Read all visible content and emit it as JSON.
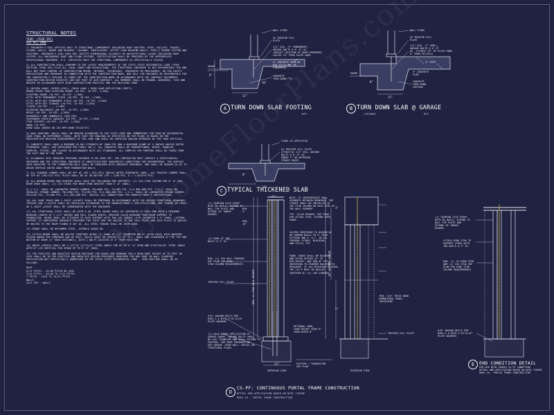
{
  "watermark": "MyHomeFloorPlans.com",
  "notes": {
    "title": "STRUCTURAL NOTES",
    "year_line": "YEAR: (YEAR IRC)",
    "see_line": "SEE ALL ZONE",
    "paragraphs": [
      "1) ENGINEER'S SEAL APPLIES ONLY TO STRUCTURAL COMPONENTS INCLUDING ROOF RAFTERS, HIPS, VALLEYS, RIDGES, FLOORS, WALLS, BEAMS AND HEADERS, COLUMNS, CANTILEVERS, OFFSET LOAD BEARING WALLS, PIER & GIRDER SYSTEM AND FOOTINGS. ENGINEER'S SEAL DOES NOT CERTIFY DIMENSIONAL ACCURACY OR ARCHITECTURAL LAYOUT INCLUDING ROOF SYSTEM. ALL ENGINEERED ROOF AND FLOOR SYSTEMS, CERTIFICATION SHALL BE PROVIDED BY THE APPROPRIATE PROFESSIONAL ENGINEER. P.E. CERTIFIES ONLY THE STRUCTURAL COMPONENTS AS SPECIFICALLY STATED.",
      "2) ALL CONSTRUCTION SHALL CONFORM TO THE LATEST REQUIREMENTS OF THE STATE STATE RESIDENTIAL CODE (YEAR EDITION (YEAR IRC) PLUS ALL LOCAL CODES AND REGULATIONS. THE STRUCTURAL ENGINEER IS NOT RESPONSIBLE FOR AND WILL NOT HAVE CONTROL OF CONSTRUCTION MEANS, METHODS, TECHNIQUES, SEQUENCES OR PROCEDURES, OR FOR SAFETY PRECAUTIONS AND PROGRAMS IN CONNECTION WITH THE CONSTRUCTION WORK, NOR WILL THE ENGINEER BE RESPONSIBLE FOR THE CONTRACTOR'S FAILURE TO CARRY OUT THE CONSTRUCTION WORK IN ACCORDANCE WITH THE CONTRACT DOCUMENTS. CONSTRUCTION REVIEW SERVICES ARE NOT PART OF OUR CONTRACT. ALL MEMBERS SHALL BE FRAMED, ANCHORED, TIED AND BRACED IN ACCORDANCE WITH GOOD CONSTRUCTION PRACTICE AND THE BUILDING CODE."
    ],
    "loads_intro": "3) DESIGN LOADS (RISER-LIVE)/ (DEAD LOAD / DEAD LOAD DEFLECTION LIMIT):",
    "loads": [
      "ROOMS OTHER THAN SLEEPING ROOMS (40 PSF, 10 PSF, L/360)",
      "SLEEPING ROOMS (30 PSF, 10 PSF, L/360)",
      "ATTIC WITH PERMANENT STAIR (40 PSF, 10 PSF, L/360)",
      "ATTIC WITH OUT PERMANENT STAIR (20 PSF, 10 PSF, L/360)",
      "ATTIC WITH OUT STORAGE (10 PSF, 10 PSF, L/240)",
      "STAIRS (40 PSF, --, L/360)",
      "EXTERIOR BALCONIES (60 PSF, 10 PSF, L/360)",
      "DECKS (40 PSF, 10 PSF, L/360)",
      "GUARDRAILS AND HANDRAILS (200 LBS)",
      "PASSENGER VEHICLE GARAGES (50 PSF, 10 PSF, L/360)",
      "FIRE ESCAPES (40 PSF, 10 PSF, L/360)",
      "SNOW (15 PSF)",
      "WIND LOAD (BASED ON 130 MPH WIND VELOCITY)"
    ],
    "paragraphs2": [
      "4) WALL BRACING: WALLS SHALL BE BRACED ACCORDING TO THE STATE CODE AND COMMENTARY FOR YEAR NC RESIDENTIAL CODE FINAL ON SEPTEMBER (YEAR). NOTE THAT THE BRACING AS SPECIFIED ON THE PLANS IS BASED ON THE PRESCRIPTIVE BRACING REQUIREMENTS OF THE CODE AND SHALL BE VERIFIED AND/OR APPROVED BY THE CODE OFFICIAL.",
      "5) CONCRETE SHALL HAVE A MINIMUM 28 DAY STRENGTH OF 3000 PSI AND A MAXIMUM SLUMP OF 5 INCHES UNLESS NOTED OTHERWISE (NOS). AIR ENTRAINED PER TABLE 402.2. ALL CONCRETE SHALL BE PROPORTIONED, MIXED, HANDLED, SAMPLED, TESTED, AND PLACED IN ACCORDANCE WITH ACI STANDARDS. ALL SAMPLES FOR PUMPING SHALL BE TAKEN FROM THE EXIT END OF THE PUMP.",
      "6) ALLOWABLE SOIL BEARING PRESSURE ASSUMED TO BE 2000 PSF. THE CONTRACTOR MUST CONTACT A GEOTECHNICAL ENGINEER AND THE STRUCTURAL ENGINEER IF UNSATISFACTORY SUBSURFACE CONDITIONS ARE ENCOUNTERED. THE SURFACE AREA ADJACENT TO THE FOUNDATION WALL SHALL BE PROVIDED WITH ADEQUATE DRAINAGE, AND SHALL BE GRADED SO AS TO DRAIN SURFACE WATER AWAY FROM FOUNDATION WALLS.",
      "7) ALL FRAMING LUMBER SHALL BE SPF #2 (FB = 875 PSI) UNLESS NOTED OTHERWISE (NOS). ALL TREATED LUMBER SHALL BE SYP #2 (FB=1125 PSI) PLATE SHALL BE #1 OR BETTER (FB = 1250 PSI, E = 1.6X10^6 PSI).",
      "8) ALL WOODEN BEAMS AND HEADERS SHALL HAVE THE FOLLOWING END SUPPORTS: (1) 2x4 STUD COLUMN FOR 6'-0\" MAX. BEAM SPAN (NOS). (2) 2x4 STUDS FOR BEAM SPAN GREATER THAN 6'-0\" (NOS).",
      "9) L.V.L. SHALL BE LAMINATED VENEER LUMBER: FB=2600 PSI, FV=285 PSI, E=1,900,000 PSI. P.S.L. SHALL BE PARALLEL STRAND LUMBER: FB=2900 PSI, FV=290 PSI, E=2,000,000 PSI. L.S.L. SHALL BE LAMINATED STRAND LUMBER: FB=2250 PSI, FV=400 PSI, E=1,550,000 PSI. INSTALL ALL CONNECTIONS PER MANUFACTURER'S INSTRUCTIONS.",
      "10) ALL ROOF TRUSS AND I-JOIST LAYOUTS SHALL BE PREPARED IN ACCORDANCE WITH THE SEALED STRUCTURAL DRAWINGS. TRUSSES AND I-JOISTS SHALL BE INSTALLED ACCORDING TO THE MANUFACTURER'S SPECIFICATIONS. ANY CHANGE IN TRUSS OR I-JOIST LAYOUT SHALL BE COORDINATED WITH THE ENGINEER.",
      "11) ALL STRUCTURAL STEEL SHALL BE ASTM A-36. STEEL BEAMS SHALL BE SUPPORTED AT EACH END WITH A MINIMUM BEARING LENGTH OF 3 1/2\" INCHES AND FULL FLANGE WIDTH. PROVIDE SOLID BEARING FROM BEAM SUPPORT TO FOUNDATION. BEAMS SHALL BE ATTACHED TO EACH SUPPORT WITH TWO LAG SCREWS (1/2\" DIAMETER X 4\" LONG). LATERAL SUPPORT IS CONSIDERED ADEQUATE PROVIDED THE JOIST ARE TOE NAILED TO THE SOLE PLATE AND SOLE PLATE IS NAILED OR BOLTED TO THE BEAM FLANGE @ 48\" OC. ALL STEEL TUBING SHALL BE ASTM A500.",
      "12) REBAR SHALL BE DEFORMED STEEL, ASTM615 GRADE 60.",
      "13) FLITCH BEAMS SHALL BE BOLTED TOGETHER USING (2) ROWS OF 1/2\" DIAMETER BOLTS (ASTM A325) WITH WASHERS PLACED UNDER THE THREADED END OF BOLT. BOLTS SHALL BE SPACED AT 24\" O.C. (MAX) AND STAGGERED AT THE TOP AND BOTTOM OF BEAM (2\" EDGE DISTANCE), WITH 2 BOLTS LOCATED AT 6\" FROM EACH END.",
      "14) BRICK LINTELS SHALL BE 3 1/2\"x3 1/2\"x1/4\" STEEL ANGLE FOR UP TO 6'-0\" SPAN AND 6\"x4\"x5/16\" STEEL ANGLE WITH 6\" LEG VERTICAL FOR SPANS UP TO 9'-0\" (NOS).",
      "15) THE POSITIVE AND NEGATIVE DESIGN PRESSURE FOR DOORS AND WINDOWS FOR A MEAN ROOF HEIGHT OF 35 FEET OR LESS SHALL BE IN THE POSITIVE AND NEGATIVE DESIGN PRESSURES REQUIRED FOR ANY ROOF OR WALL CLADDING APPLICATION NOT SPECIFICALLY ADDRESSED IN THE STATE STATE RESIDENTIAL CODE - YEAR EDITION SHALL BE AS FOLLOWS:"
    ],
    "roof_list": "ROOF\n0/12 PITCH - 22/40 PITCH OR LESS\n7/12 PITCH - 22/40 TO 7/12 PITCH\n7 PITCH - 22/6 TO 12/12 PITCH\nWALLS\n24/1 PSF - WALLS"
  },
  "details": {
    "a": {
      "letter": "A",
      "title": "TURN DOWN SLAB FOOTING",
      "scale": "NTS",
      "labels": [
        "WALL STUDS",
        "2x TREATED SILL\nPLATE",
        "1/2\" DIA. (7\" EMBEDMENT)\nANCHOR BOLTS @ 6'-0\" OC.\n(ADJUST LOCATION AT DOOR OPENINGS)\nLOCATE 12\" FROM PLATE ENDS",
        "4\" CONCRETE SLAB W/\n6x6 10/10 WWF OR\nFIBERMESH",
        "CONCRETE\nTURN DOWN FTG."
      ],
      "grade": "GRADE",
      "dims": [
        "8\"",
        "12\"",
        "16\""
      ]
    },
    "b": {
      "letter": "B",
      "title": "TURN DOWN SLAB @ GARAGE",
      "scale": "NTS",
      "note": "(SECOND)",
      "labels": [
        "WALL STUDS",
        "2x TREATED SILL\nPLATE",
        "1/2\" DIA. (7\" EMB.)\nANCHOR BOLTS @ 6'-0\"\nOC. (STARTS 12\" OF PLATE ENDS\n6\" FROM SPLICES)",
        "4\" STEP",
        "4\" CONCRETE\nSLAB",
        "CONCRETE\nTURN DOWN\nFOOTING"
      ],
      "grade": "GRADE",
      "dims": [
        "8\"",
        "12\""
      ]
    },
    "c": {
      "letter": "C",
      "title": "TYPICAL THICKENED SLAB",
      "scale": "NTS",
      "labels": [
        "STUDS AS SPECIFIED",
        "2x TREATED SILL PLATE\nATTACH W/ 1/2\" DIA. ANCHOR\nBOLTS @ 6'-0\" OC.\nEMBED 7\" OR APPROVED\nSTRAPS EQUIV."
      ],
      "dims": [
        "8\"",
        "12\""
      ]
    },
    "d": {
      "letter": "D",
      "title": "CS-PF: CONTINUOUS PORTAL FRAME CONSTRUCTION",
      "sub1": "DETAIL AND APPLICATION BASED ON NCRC FIGURE",
      "sub2": "R602.10 - PORTAL FRAME CONSTRUCTION",
      "left_labels": [
        "(1) SIMPSON CS16 STRAP\nWITH 8d NAILS. EXTEND TO\nWALL TOP PLATE AND\nEXTEND 16\" UNDER\nHEADER.",
        "(2) ROWS OF 16d\nNAILS @ 3\" OC.",
        "MIN. (1) 2x4 WALL FRAMING\nSEE PLAN FOR KING\nSTUD COLUMN REQUIREMENTS.",
        "TREATED SILL PLATE",
        "5/8\" ANCHOR BOLTS PER\nR403.1.6 WITH 2\"x2\"x1/8\"\nPLATE WASHERS",
        "(2) HOLD DOWNS APPLICATION AT\nGARAGE DOORS. ANCHOR BOLTS SHALL\nBE 5/8\" DIAMETER AND SHALL EXTEND TO\nFOOTING. FOR MORE INFORMATION\nSEE GARAGE 'DOOR WALL' DETAIL ON\nSTRUCTURAL PLANS."
      ],
      "right_labels": [
        "NOTE: IF INTERMEDIATE WALL\nSEGMENTS BETWEEN OPENINGS, THE\nSTRAPS SHALL BE INSTALLED AT\nTHE STUD COLUMN ON EACH SIDE OF\nTHE WALL SEGMENT.",
        "TYP. 2x/4x HEADER, SEE PLAN\nFOR ACTUAL SIZE, EXTEND OVER\nPANEL",
        "FASTEN SHEATHING TO HEADER W/\n8d COMMON NAILS IN 3\" GRID\nPATTERN AND 3\" O.C. IN ALL\nFRAMING (STUDS, BLOCKING,\nAND SILLS) TYP.",
        "PANEL EDGES SHALL BE BLOCKED\nAND OCCUR WITHIN 24\" OF\nMID HEIGHT. ONE ROW OF TYP.\nSHEATHING-TO-FRAMING NAILING IS\nREQUIRED. IF 2x4 BLOCKING IS USED,\nTHE 2x4'S MUST BE NAILED\nTOGETHER W/ (3) 16d SINKERS.",
        "MIN. 3/8\" THICK WOOD\nSTRUCTURAL PANEL\nSHEATHING",
        "TREATED SILL PLATE"
      ],
      "vertical": [
        "MIN. 2x STUD WALL HEIGHT",
        "10' MAXIMUM HEIGHT"
      ],
      "mid_labels": [
        "OPTIONAL CURB,\nCURB HEIGHT FROM 0\"\nCURB WIDTH 8\"",
        "FOOTING / FOUNDATION\nSEE PLAN"
      ],
      "views": [
        "INTERIOR VIEW",
        "EXTERIOR VIEW"
      ],
      "dims": [
        "MIN\n3\"",
        "MIN.\n16\"",
        "3\"",
        "5\"",
        "12\""
      ]
    },
    "e": {
      "letter": "E",
      "title": "END CONDITION DETAIL",
      "sub": "FOR USE WITH SINGLE CS-PF CONDITION\nDETAIL AND APPLICATION BASED ON NCRC FIGURE\nR602.10 - PORTAL FRAME CONSTRUCTION",
      "labels": [
        "(1) SIMPSON CS16 STRAP\nWITH 8d NAILS. EXTEND TO\nWALL TOP PLATE AND\nEXTEND 16\" UNDER\nHEADER.",
        "ATTACH KING STUD TO\nSUPPORT STUDS WITH\n16d NAILS @ 3\" OC.",
        "MIN. (1) 2x KING STUD\nAND (1) 2x4 STUD SEE\nPLAN FOR KING STUD\nCOLUMN REQUIREMENTS.",
        "5/8\" ANCHOR BOLTS PER\nR403.1.6 WITH 2\"x2\"x1/8\"\nPLATE WASHERS"
      ]
    }
  }
}
